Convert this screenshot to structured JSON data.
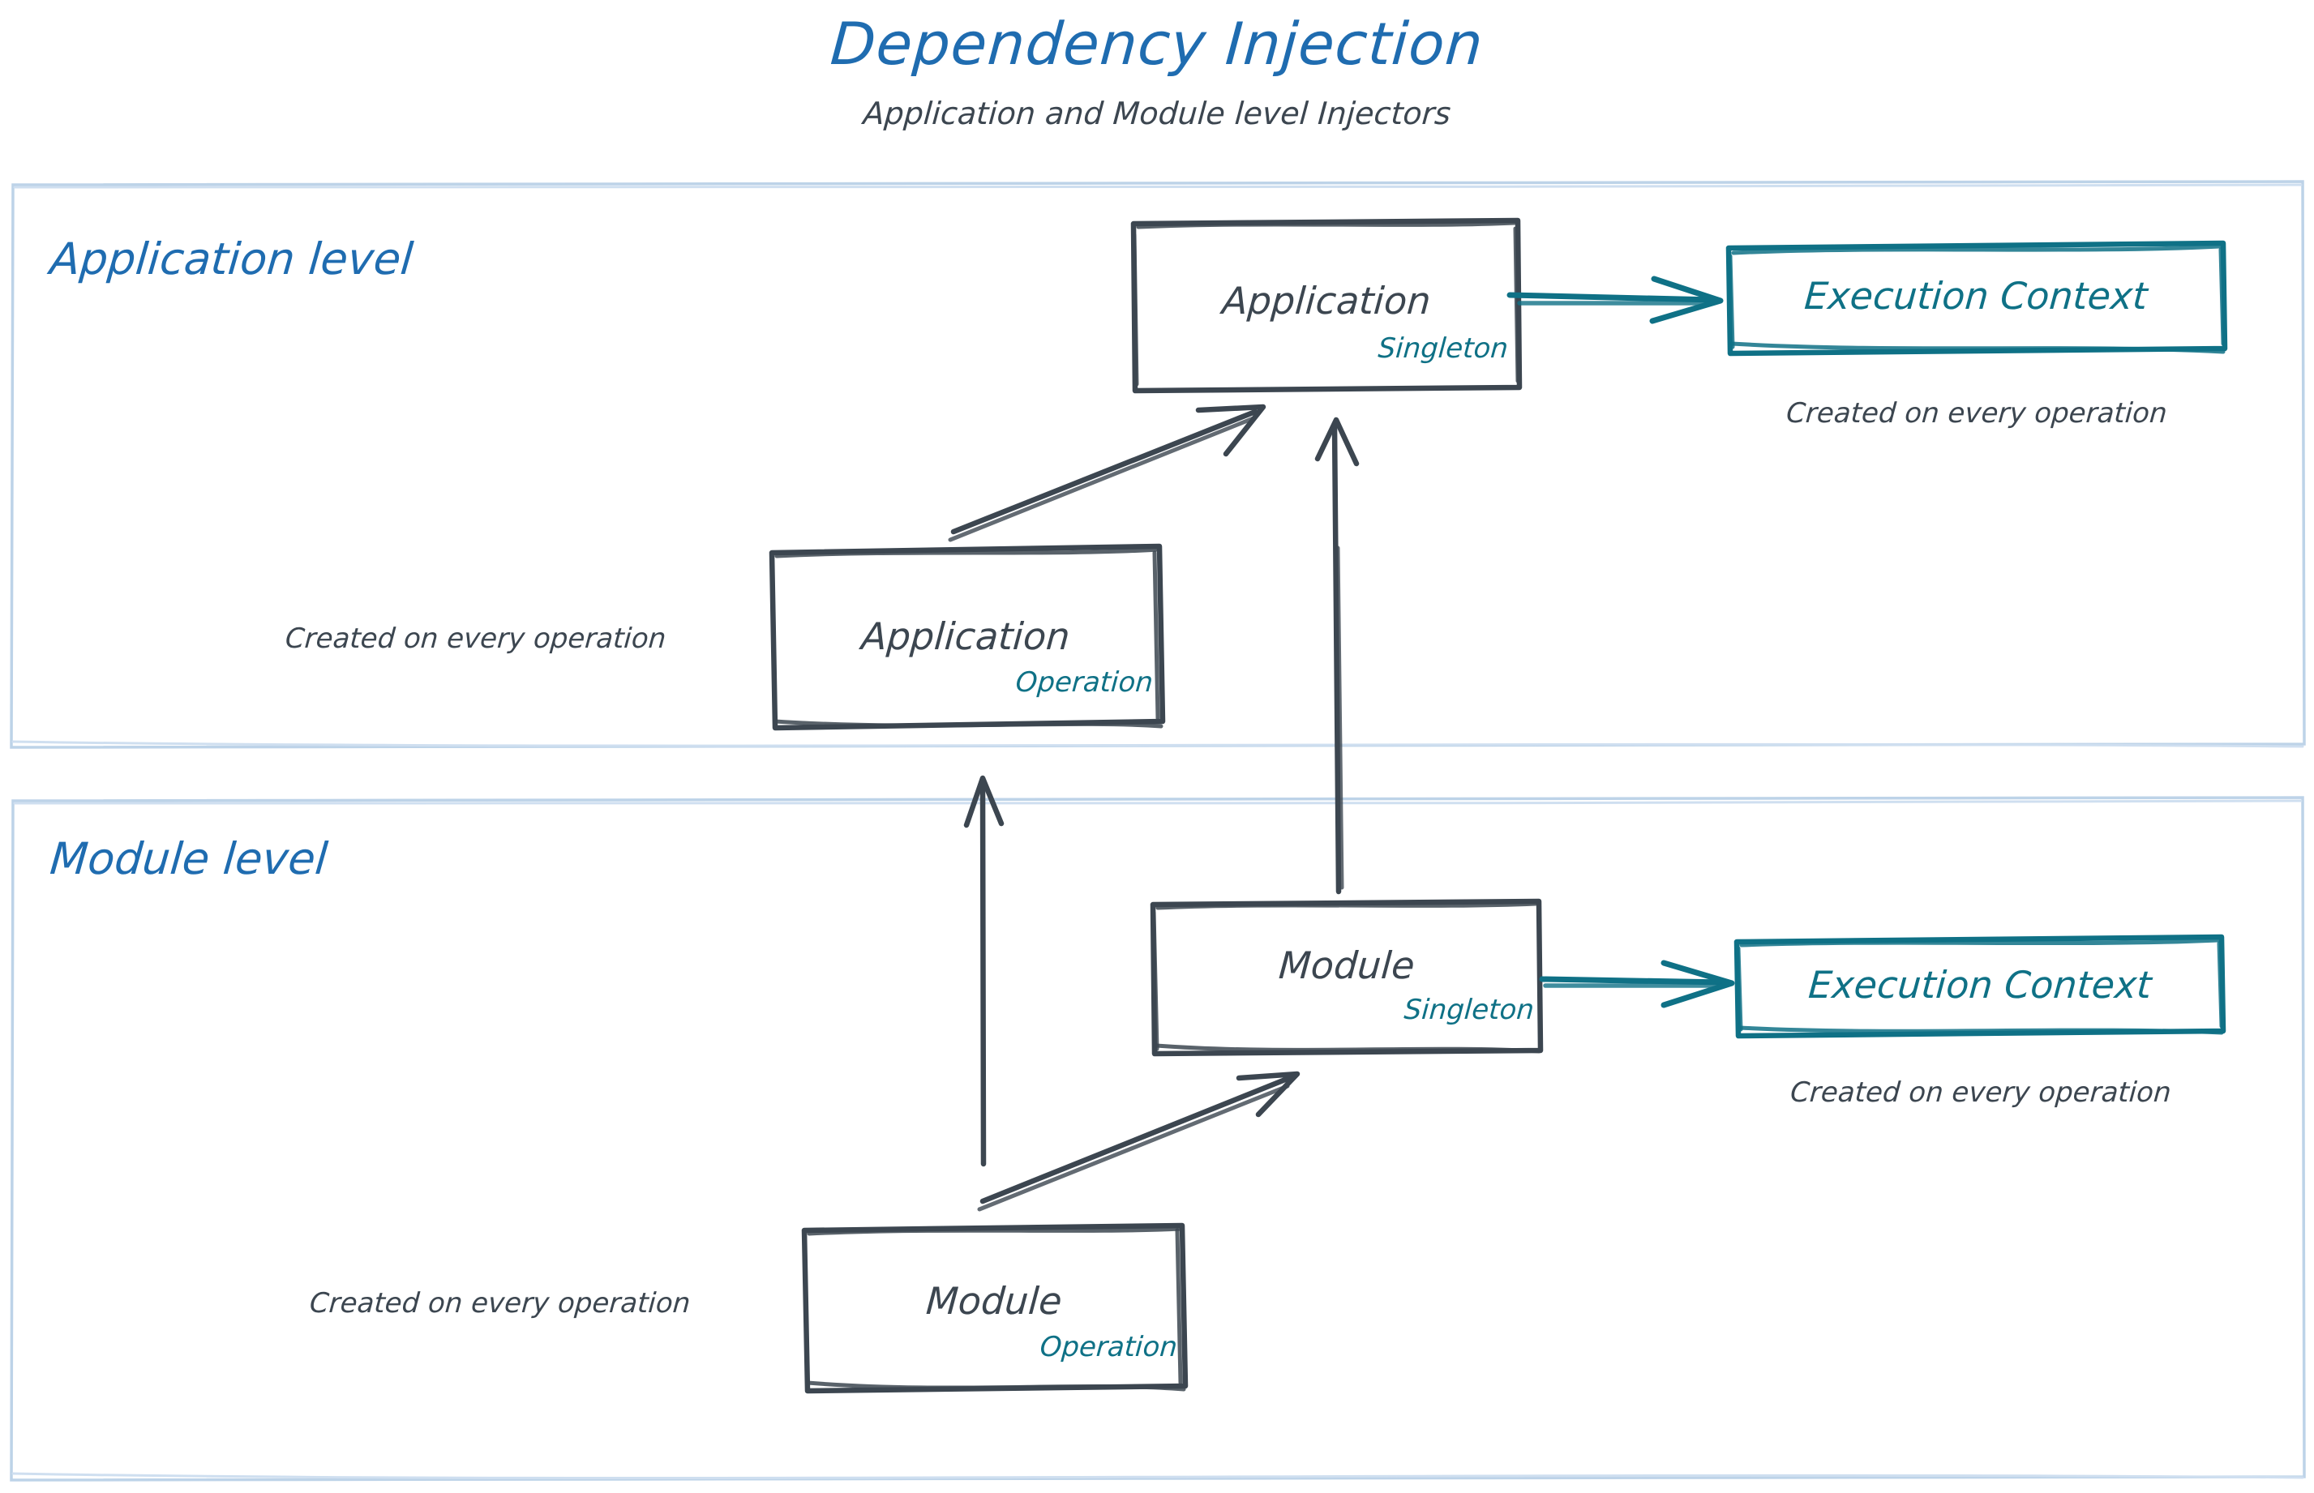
{
  "header": {
    "title": "Dependency Injection",
    "subtitle": "Application and Module level Injectors"
  },
  "colors": {
    "title_blue": "#1f6cb0",
    "frame_blue": "#bdd3e8",
    "ink_gray": "#3c4650",
    "accent_teal": "#0f7186",
    "background": "#ffffff"
  },
  "sections": [
    {
      "id": "application-level",
      "label": "Application level",
      "nodes": [
        {
          "id": "application-singleton",
          "title": "Application",
          "scope": "Singleton",
          "style": "gray-box"
        },
        {
          "id": "application-execution-context",
          "title": "Execution Context",
          "style": "teal-box",
          "note": "Created on every operation"
        },
        {
          "id": "application-operation",
          "title": "Application",
          "scope": "Operation",
          "style": "gray-box",
          "note": "Created on every operation"
        }
      ]
    },
    {
      "id": "module-level",
      "label": "Module level",
      "nodes": [
        {
          "id": "module-singleton",
          "title": "Module",
          "scope": "Singleton",
          "style": "gray-box"
        },
        {
          "id": "module-execution-context",
          "title": "Execution Context",
          "style": "teal-box",
          "note": "Created on every operation"
        },
        {
          "id": "module-operation",
          "title": "Module",
          "scope": "Operation",
          "style": "gray-box",
          "note": "Created on every operation"
        }
      ]
    }
  ],
  "edges": [
    {
      "id": "app-singleton-to-app-context",
      "from": "application-singleton",
      "to": "application-execution-context",
      "color": "teal"
    },
    {
      "id": "app-operation-to-app-singleton",
      "from": "application-operation",
      "to": "application-singleton",
      "color": "gray"
    },
    {
      "id": "module-singleton-to-app-singleton",
      "from": "module-singleton",
      "to": "application-singleton",
      "color": "gray"
    },
    {
      "id": "module-singleton-to-module-context",
      "from": "module-singleton",
      "to": "module-execution-context",
      "color": "teal"
    },
    {
      "id": "module-operation-to-module-singleton",
      "from": "module-operation",
      "to": "module-singleton",
      "color": "gray"
    },
    {
      "id": "module-operation-to-app-operation",
      "from": "module-operation",
      "to": "application-operation",
      "color": "gray"
    }
  ],
  "notes": {
    "app_context_note": "Created on every operation",
    "app_operation_note": "Created on every operation",
    "module_context_note": "Created on every operation",
    "module_operation_note": "Created on every operation"
  }
}
